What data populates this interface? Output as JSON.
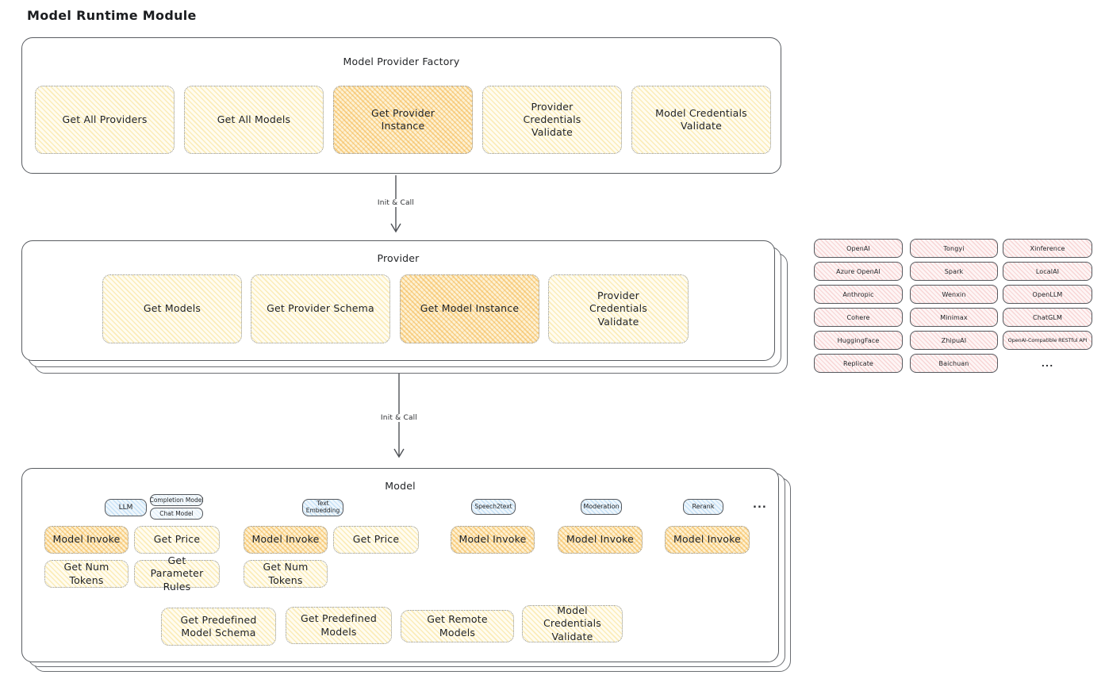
{
  "title": "Model Runtime Module",
  "colors": {
    "yellow_fill": "#fdf4d7",
    "orange_highlight_fill": "#fae0ab",
    "pink_fill": "#fbe9e9",
    "blue_fill": "#ddeefb",
    "stroke_dark": "#55585d",
    "dotted_border": "#8e9297"
  },
  "factory": {
    "title": "Model Provider Factory",
    "buttons": [
      {
        "label": "Get All Providers",
        "highlighted": false
      },
      {
        "label": "Get All Models",
        "highlighted": false
      },
      {
        "label": "Get Provider Instance",
        "highlighted": true
      },
      {
        "label": "Provider Credentials Validate",
        "highlighted": false
      },
      {
        "label": "Model Credentials Validate",
        "highlighted": false
      }
    ]
  },
  "arrows": {
    "factory_to_provider": "Init & Call",
    "provider_to_model": "Init & Call"
  },
  "provider": {
    "title": "Provider",
    "buttons": [
      {
        "label": "Get Models",
        "highlighted": false
      },
      {
        "label": "Get Provider Schema",
        "highlighted": false
      },
      {
        "label": "Get Model Instance",
        "highlighted": true
      },
      {
        "label": "Provider Credentials Validate",
        "highlighted": false
      }
    ]
  },
  "provider_list": {
    "columns": [
      [
        "OpenAI",
        "Azure OpenAI",
        "Anthropic",
        "Cohere",
        "HuggingFace",
        "Replicate"
      ],
      [
        "Tongyi",
        "Spark",
        "Wenxin",
        "Minimax",
        "ZhipuAI",
        "Baichuan"
      ],
      [
        "Xinference",
        "LocalAI",
        "OpenLLM",
        "ChatGLM",
        "OpenAI-Compatible RESTful API"
      ]
    ],
    "more": "..."
  },
  "model": {
    "title": "Model",
    "groups": [
      {
        "tab": "LLM",
        "subtabs": [
          "Completion Model",
          "Chat Model"
        ],
        "buttons": [
          {
            "label": "Model Invoke",
            "highlighted": true
          },
          {
            "label": "Get Price",
            "highlighted": false
          },
          {
            "label": "Get Num Tokens",
            "highlighted": false
          },
          {
            "label": "Get Parameter Rules",
            "highlighted": false
          }
        ]
      },
      {
        "tab": "Text Embedding",
        "buttons": [
          {
            "label": "Model Invoke",
            "highlighted": true
          },
          {
            "label": "Get Price",
            "highlighted": false
          },
          {
            "label": "Get Num Tokens",
            "highlighted": false
          }
        ]
      },
      {
        "tab": "Speech2text",
        "buttons": [
          {
            "label": "Model Invoke",
            "highlighted": true
          }
        ]
      },
      {
        "tab": "Moderation",
        "buttons": [
          {
            "label": "Model Invoke",
            "highlighted": true
          }
        ]
      },
      {
        "tab": "Rerank",
        "buttons": [
          {
            "label": "Model Invoke",
            "highlighted": true
          }
        ]
      }
    ],
    "more": "...",
    "bottom_buttons": [
      {
        "label": "Get Predefined Model Schema"
      },
      {
        "label": "Get Predefined Models"
      },
      {
        "label": "Get Remote Models"
      },
      {
        "label": "Model Credentials Validate"
      }
    ]
  }
}
